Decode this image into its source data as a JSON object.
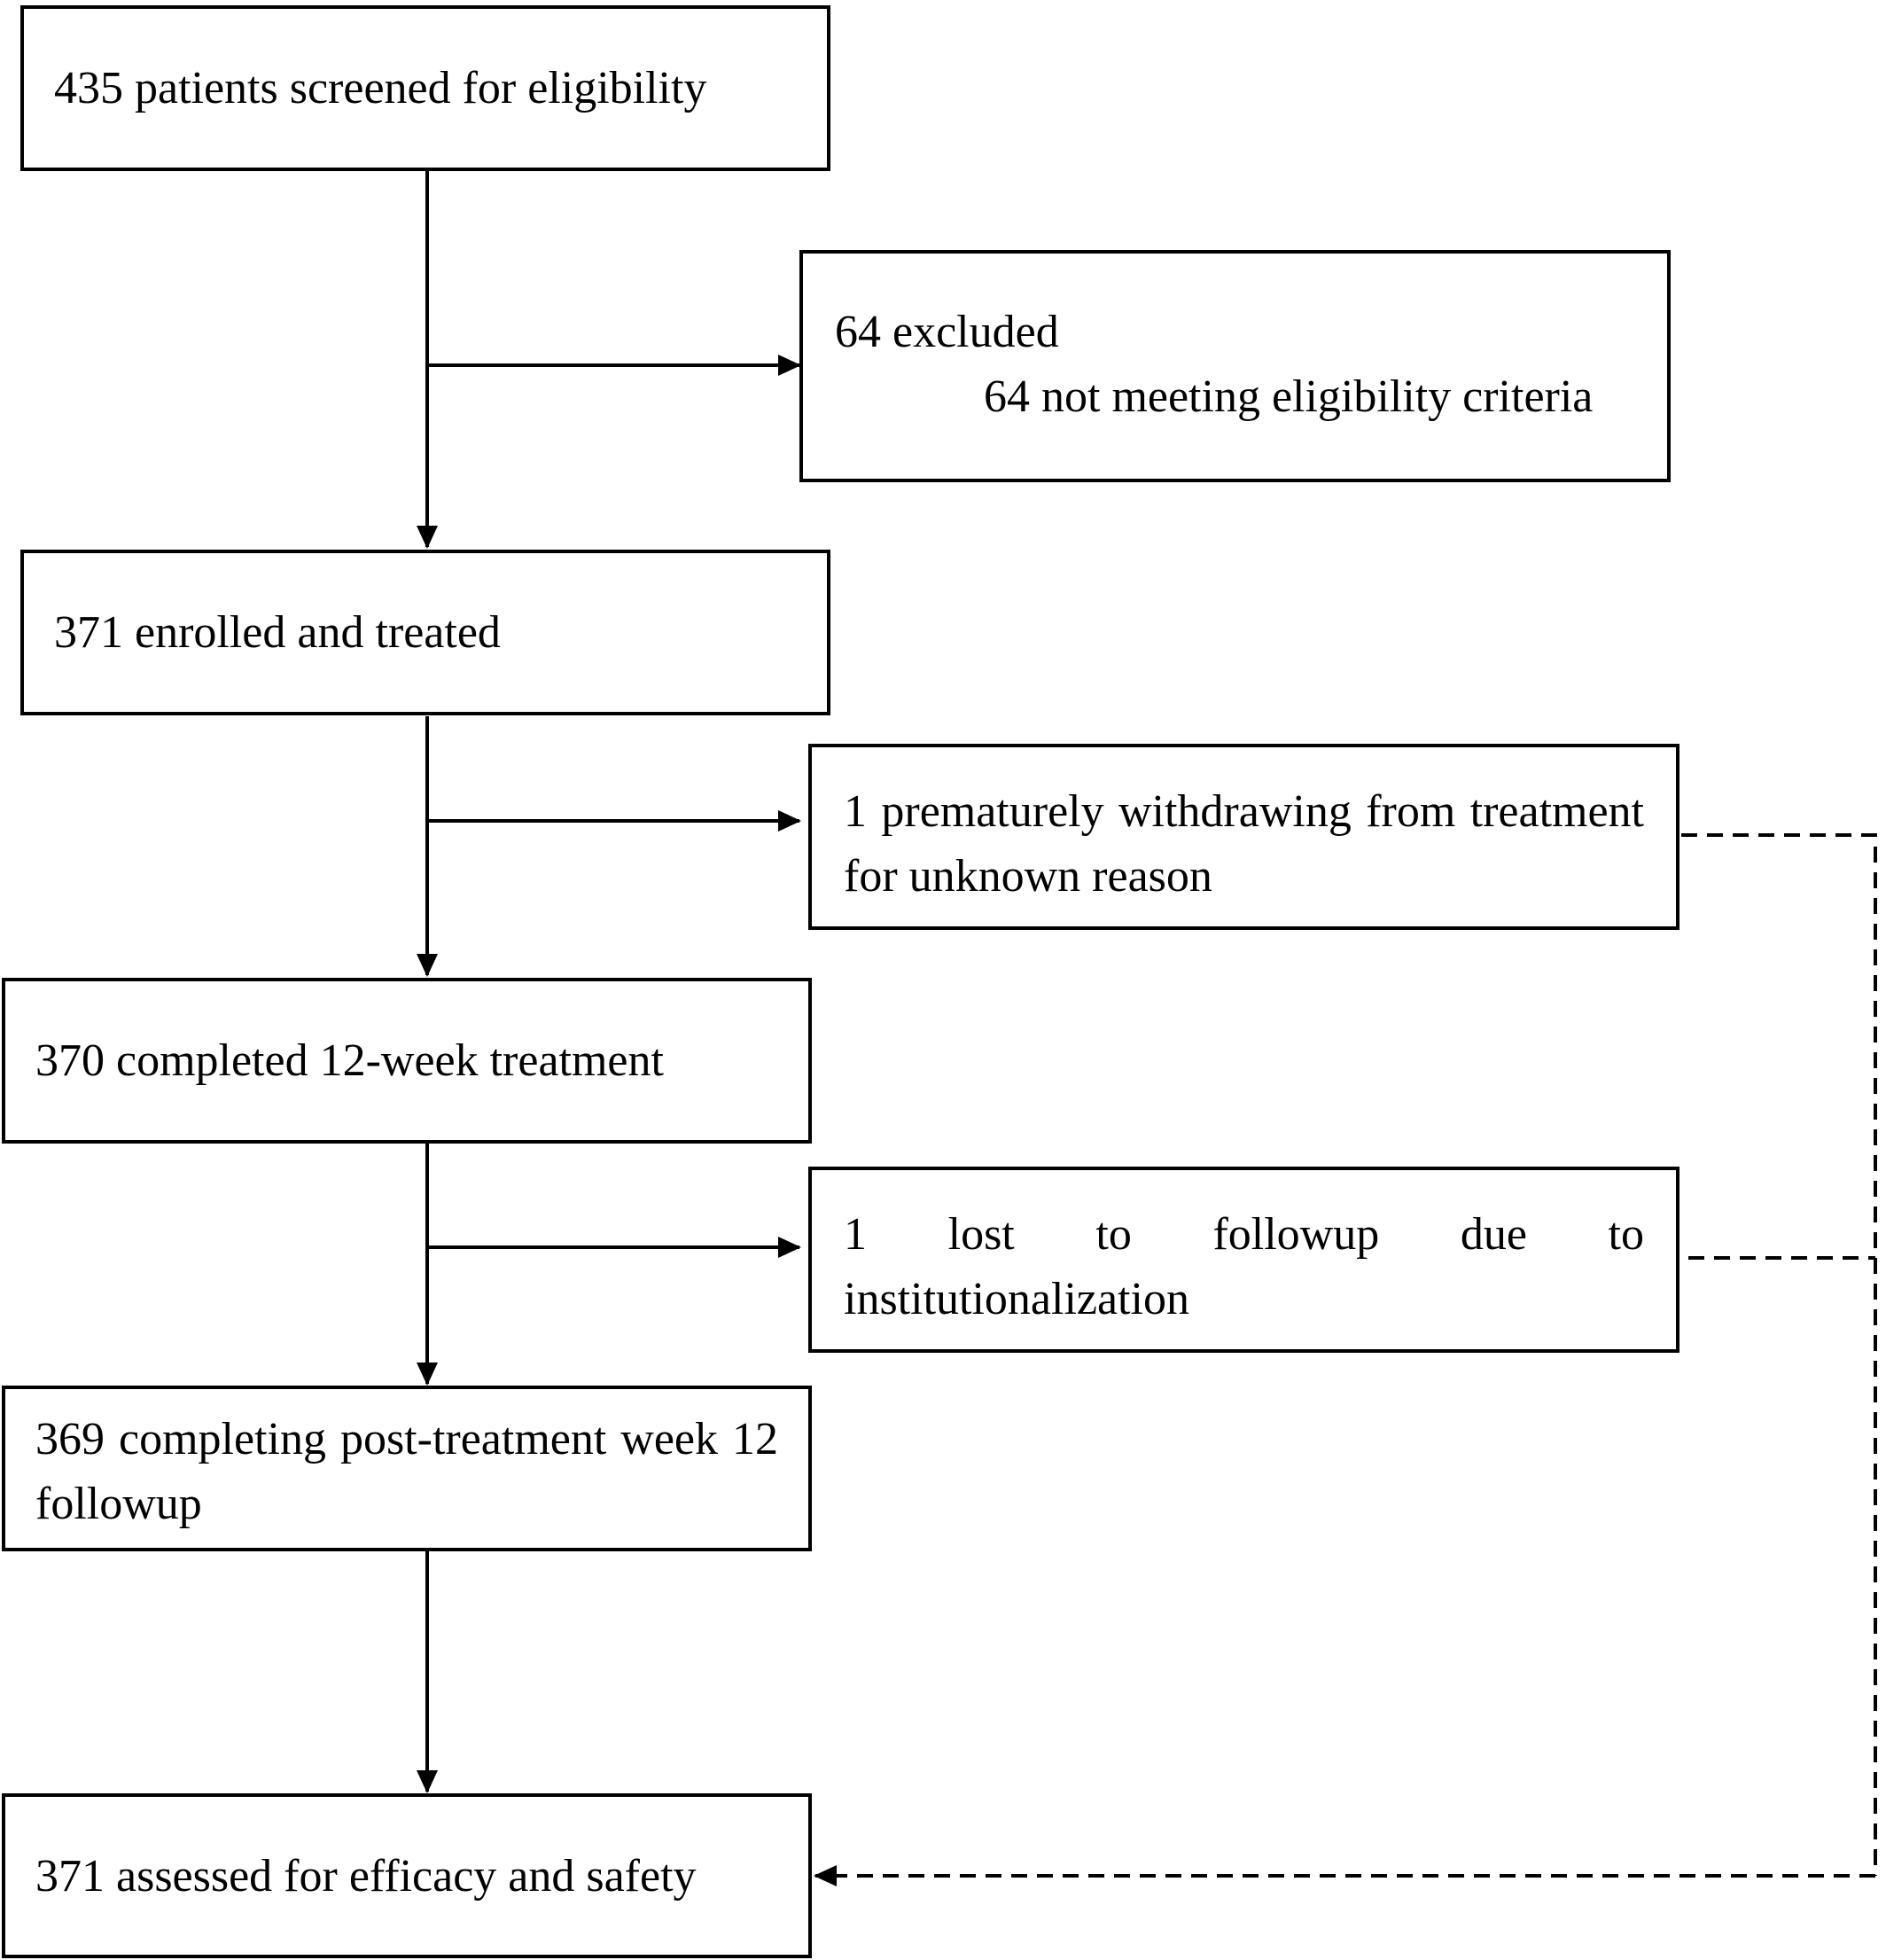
{
  "flowchart": {
    "screened": "435 patients screened for eligibility",
    "excluded": {
      "title": "64 excluded",
      "detail": "64 not meeting eligibility criteria"
    },
    "enrolled": "371 enrolled and treated",
    "withdrawn": "1 prematurely withdrawing from treatment for unknown reason",
    "completed_treatment": "370 completed 12-week treatment",
    "lost_followup": "1 lost to followup due to institutionalization",
    "completed_followup": "369 completing post-treatment week 12 followup",
    "assessed": "371 assessed for efficacy and safety"
  }
}
